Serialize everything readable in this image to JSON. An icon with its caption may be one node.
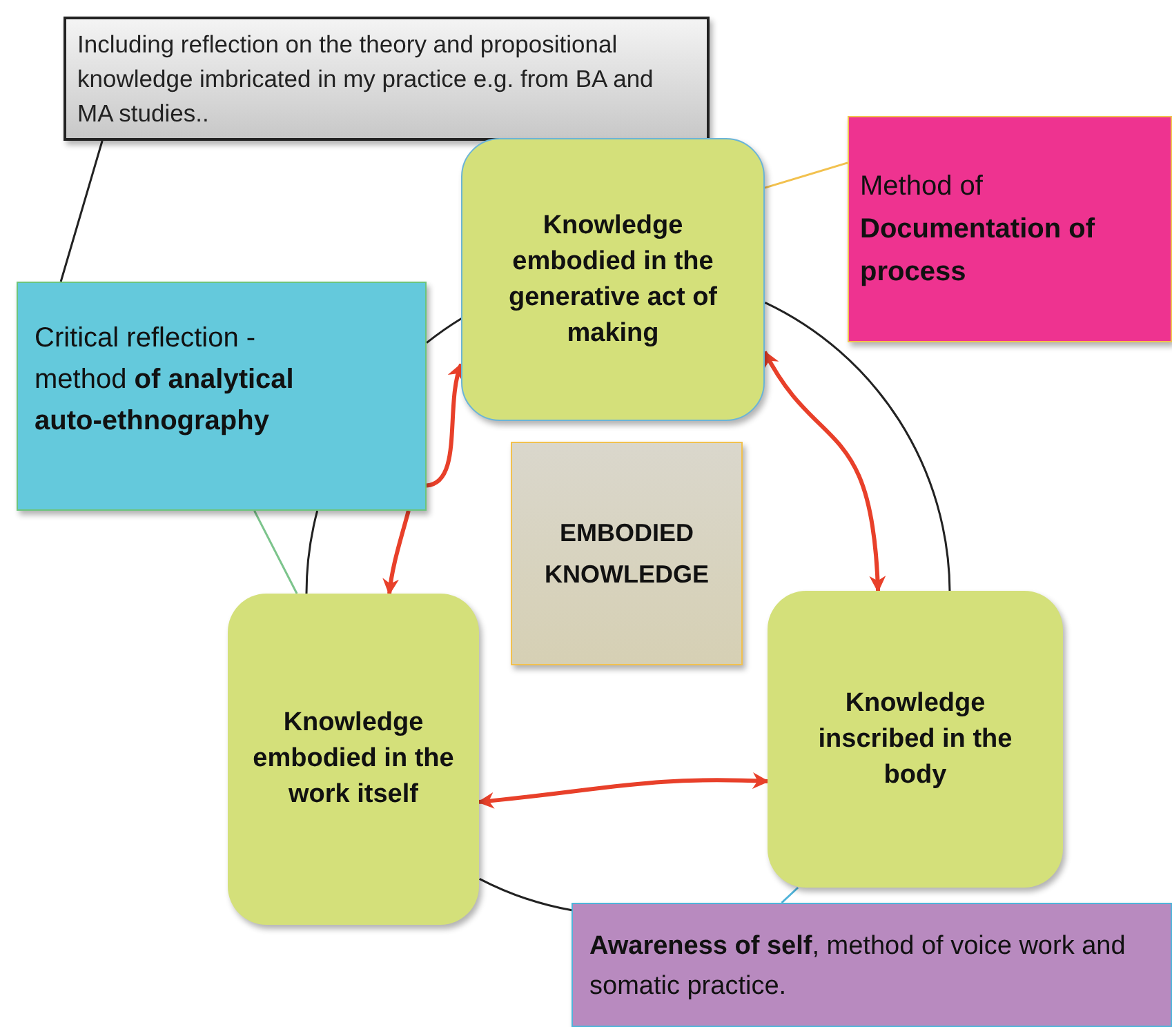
{
  "diagram": {
    "nodes": [
      {
        "text": [
          "Including reflection on the theory and propositional knowledge imbricated in my practice e.g. from BA and MA studies.."
        ]
      },
      {
        "text": [
          "Critical reflection - method **of analytical auto-ethnography**"
        ]
      },
      {
        "text": [
          "Knowledge embodied in the generative act of making"
        ]
      },
      {
        "text": [
          "Method of **Documentation of process**"
        ]
      },
      {
        "text": [
          "EMBODIED KNOWLEDGE"
        ]
      },
      {
        "text": [
          "Knowledge embodied in the work itself"
        ]
      },
      {
        "text": [
          "Knowledge inscribed in the body"
        ]
      },
      {
        "text": [
          "**Awareness of self**,  method of voice work and somatic practice."
        ]
      }
    ],
    "edges": [
      {
        "from": 0,
        "to": 1,
        "arrow": "none"
      },
      {
        "from": 3,
        "to": 2,
        "arrow": "none",
        "color": "#f2c14e"
      },
      {
        "from": 1,
        "to": 5,
        "arrow": "none",
        "color": "#7cc48c"
      },
      {
        "from": 7,
        "to": 6,
        "arrow": "none",
        "color": "#4fb3d9"
      },
      {
        "from": 1,
        "to": 2,
        "arrow": "to",
        "style": "thick",
        "color": "#e8402a"
      },
      {
        "from": 1,
        "to": 5,
        "arrow": "to",
        "style": "thick",
        "color": "#e8402a"
      },
      {
        "from": 2,
        "to": 6,
        "arrow": "both",
        "style": "thick",
        "color": "#e8402a"
      },
      {
        "from": 5,
        "to": 6,
        "arrow": "both",
        "style": "thick",
        "color": "#e8402a"
      },
      {
        "from": 1,
        "to": 2,
        "arrow": "none"
      },
      {
        "from": 2,
        "to": 6,
        "arrow": "none"
      },
      {
        "from": 1,
        "to": 5,
        "arrow": "none"
      },
      {
        "from": 5,
        "to": 7,
        "arrow": "none"
      }
    ]
  }
}
